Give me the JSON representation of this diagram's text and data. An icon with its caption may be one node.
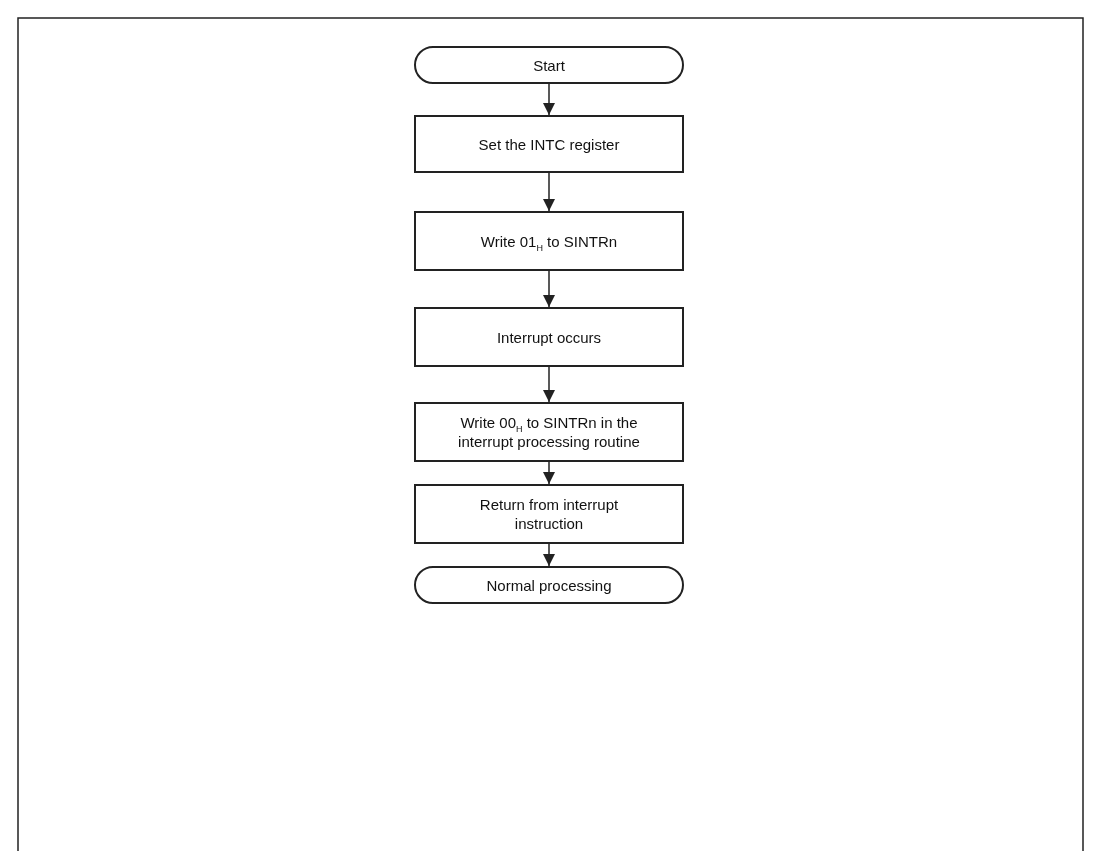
{
  "diagram": {
    "nodes": [
      {
        "text": [
          "Start"
        ]
      },
      {
        "text": [
          "Set the INTC register"
        ]
      },
      {
        "text": [
          "Write 01$_{H}$ to SINTRn"
        ]
      },
      {
        "text": [
          "Interrupt occurs"
        ]
      },
      {
        "text": [
          "Write 00$_{H}$ to SINTRn in the interrupt processing routine"
        ]
      },
      {
        "text": [
          "Return from interrupt instruction"
        ]
      },
      {
        "text": [
          "Normal processing"
        ]
      }
    ],
    "edges": [
      {
        "from": 0,
        "to": 1,
        "arrow": "to"
      },
      {
        "from": 1,
        "to": 2,
        "arrow": "to"
      },
      {
        "from": 2,
        "to": 3,
        "arrow": "to"
      },
      {
        "from": 3,
        "to": 4,
        "arrow": "to"
      },
      {
        "from": 4,
        "to": 5,
        "arrow": "to"
      },
      {
        "from": 5,
        "to": 6,
        "arrow": "to"
      }
    ]
  }
}
